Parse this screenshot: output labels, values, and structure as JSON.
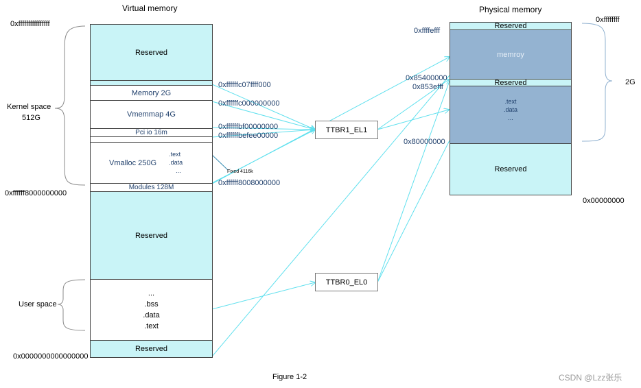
{
  "virtual": {
    "title": "Virtual memory",
    "top_addr": "0xffffffffffffffff",
    "kernel_end_addr": "0xffffff8000000000",
    "bottom_addr": "0x0000000000000000",
    "kernel_label_1": "Kernel space",
    "kernel_label_2": "512G",
    "user_label": "User space",
    "reserved_top": "Reserved",
    "memory": "Memory 2G",
    "vmemmap": "Vmemmap 4G",
    "pci": "Pci io 16m",
    "vmalloc": "Vmalloc 250G",
    "vmalloc_items": [
      ".text",
      ".data",
      "..."
    ],
    "fixed": "Fixed 4116k",
    "modules": "Modules 128M",
    "reserved_mid": "Reserved",
    "user_items": [
      "...",
      ".bss",
      ".data",
      ".text"
    ],
    "reserved_bottom": "Reserved"
  },
  "virtual_addrs": {
    "a1": "0xffffffc07ffff000",
    "a2": "0xffffffc000000000",
    "a3": "0xffffffbf00000000",
    "a4": "0xffffffbefee00000",
    "a5": "0xffffff8008000000"
  },
  "registers": {
    "ttbr1": "TTBR1_EL1",
    "ttbr0": "TTBR0_EL0"
  },
  "physical": {
    "title": "Physical memory",
    "top_addr": "0xffffffff",
    "addr_efff": "0xffffefff",
    "addr_854": "0x85400000",
    "addr_853": "0x853efff",
    "addr_800": "0x80000000",
    "bottom_addr": "0x00000000",
    "size_label": "2G",
    "reserved_top": "Reserved",
    "memroy": "memroy",
    "reserved_mid": "Reserved",
    "kernel_items": [
      ".text",
      ".data",
      "..."
    ],
    "reserved_bottom": "Reserved"
  },
  "caption": "Figure 1-2",
  "watermark": "CSDN @Lzz张乐",
  "colors": {
    "cyan_fill": "#c9f4f7",
    "steel_fill": "#94b3d1",
    "arrow": "#5fe0ee"
  }
}
